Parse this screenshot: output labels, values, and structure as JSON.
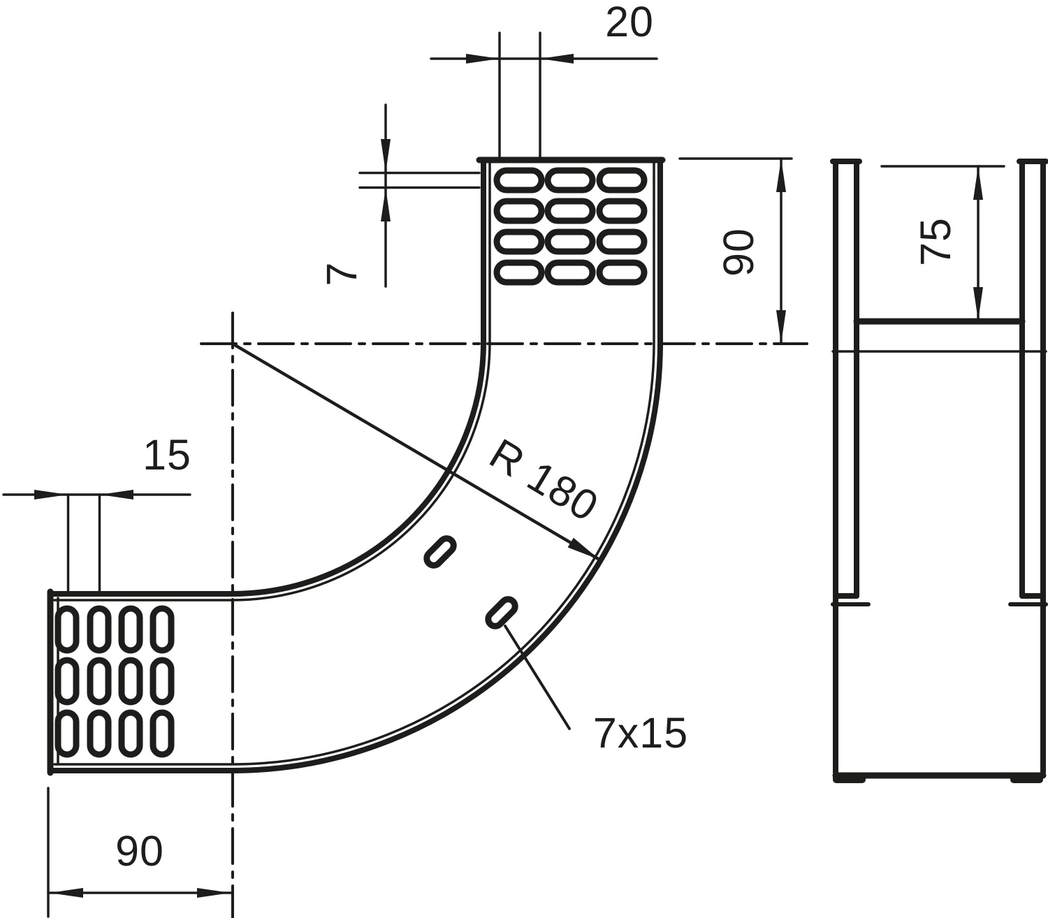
{
  "drawing": {
    "background": "#ffffff",
    "line_color": "#1d1d1b",
    "description": "Technical dimension drawing of a 90 degree vertical cable-tray bend with perforated ends and side profile view"
  },
  "main_view": {
    "slot_length_dim": "20",
    "slot_height_dim": "7",
    "riser_width_dim": "90",
    "slot_pitch_dim": "15",
    "tray_width_dim": "90",
    "bend_radius_dim": "R 180",
    "bend_slot_size_dim": "7x15"
  },
  "side_view": {
    "inner_depth_dim": "75"
  }
}
